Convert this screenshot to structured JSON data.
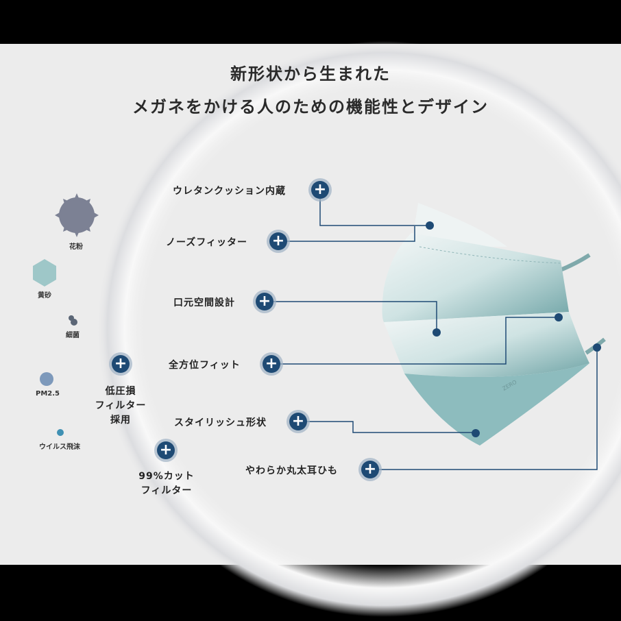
{
  "title": {
    "line1": "新形状から生まれた",
    "line2": "メガネをかける人のための機能性とデザイン"
  },
  "particles": [
    {
      "label": "花粉",
      "color": "#7c8194"
    },
    {
      "label": "黄砂",
      "color": "#9ec7c8"
    },
    {
      "label": "細菌",
      "color": "#5b6676"
    },
    {
      "label": "PM2.5",
      "color": "#7d99bb"
    },
    {
      "label": "ウイルス飛沫",
      "color": "#3f90b3"
    }
  ],
  "filters": [
    {
      "lines": [
        "低圧損",
        "フィルター",
        "採用"
      ]
    },
    {
      "lines": [
        "99%カット",
        "フィルター"
      ]
    }
  ],
  "features": [
    {
      "label": "ウレタンクッション内蔵"
    },
    {
      "label": "ノーズフィッター"
    },
    {
      "label": "口元空間設計"
    },
    {
      "label": "全方位フィット"
    },
    {
      "label": "スタイリッシュ形状"
    },
    {
      "label": "やわらか丸太耳ひも"
    }
  ],
  "plus_symbol": "+",
  "mask_print": "ZERO",
  "colors": {
    "accent": "#1e4a74",
    "background": "#ececec"
  }
}
